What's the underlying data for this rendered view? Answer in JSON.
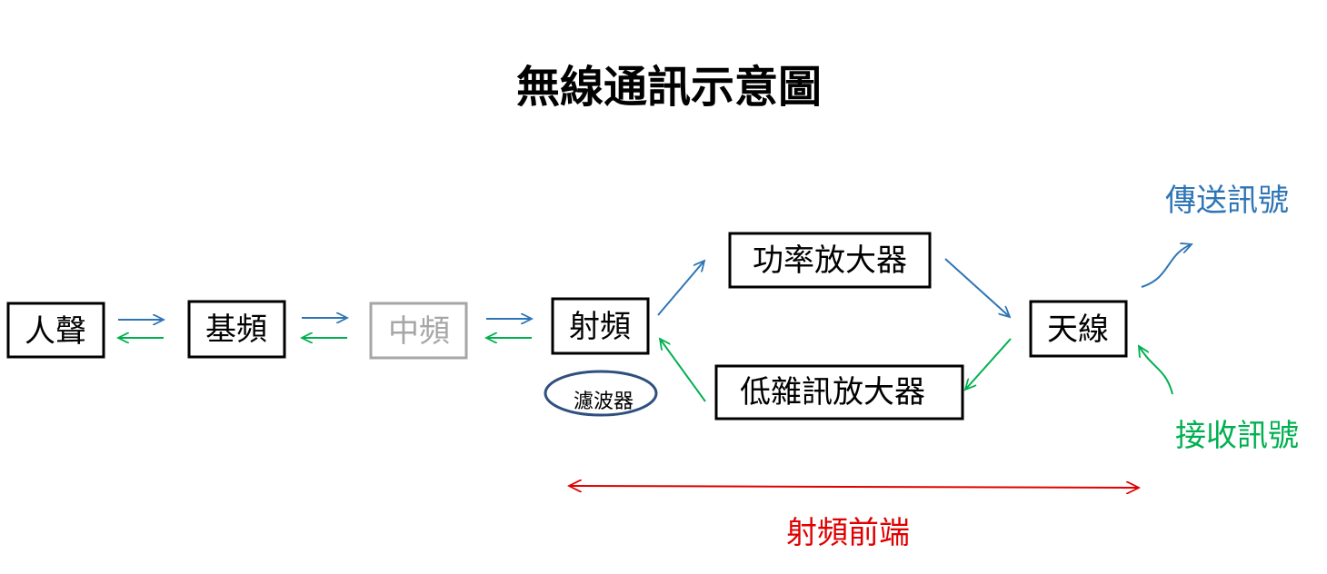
{
  "title": "無線通訊示意圖",
  "nodes": {
    "voice": "人聲",
    "baseband": "基頻",
    "intermediate": "中頻",
    "rf": "射頻",
    "power_amp": "功率放大器",
    "lna": "低雜訊放大器",
    "antenna": "天線"
  },
  "filter": "濾波器",
  "transmit_label": "傳送訊號",
  "receive_label": "接收訊號",
  "rf_front_end_label": "射頻前端",
  "colors": {
    "transmit": "#2e75b6",
    "receive": "#00b050",
    "front_end": "#e00000",
    "filter_outline": "#2f4f7f",
    "inactive": "#a6a6a6"
  }
}
